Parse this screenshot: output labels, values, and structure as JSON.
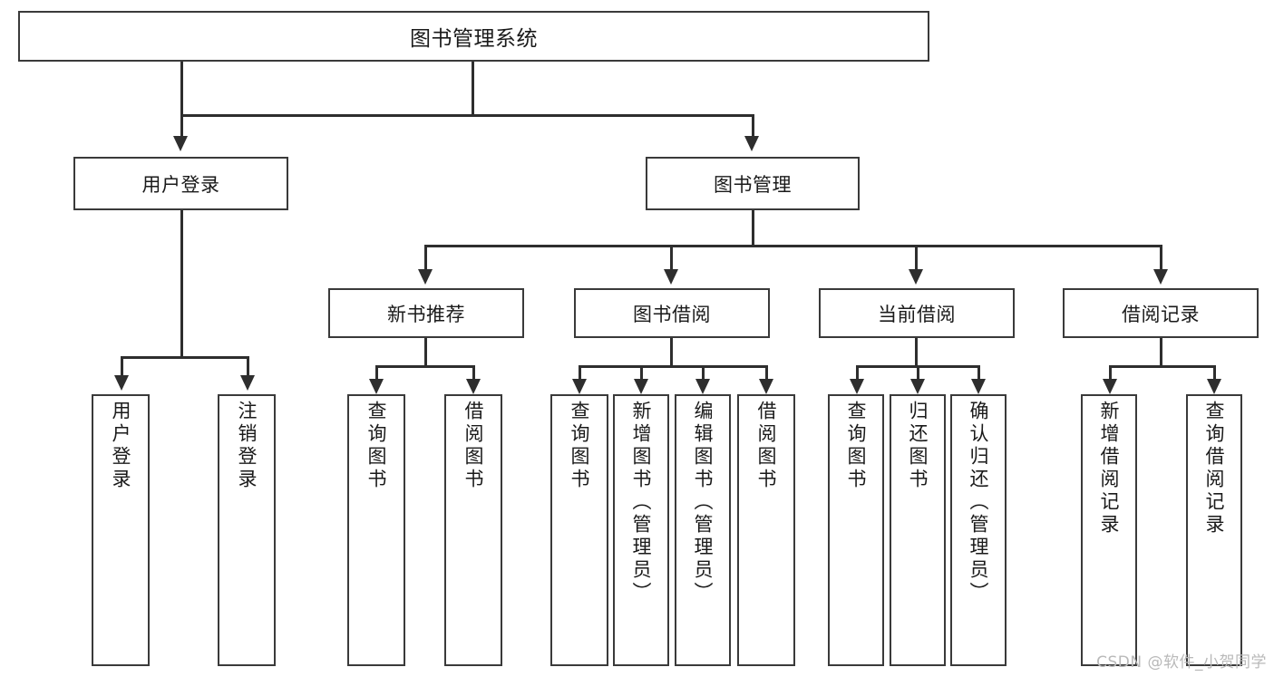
{
  "diagram": {
    "title": "图书管理系统",
    "type": "tree-hierarchy",
    "root": {
      "label": "图书管理系统"
    },
    "level2": [
      {
        "label": "用户登录"
      },
      {
        "label": "图书管理"
      }
    ],
    "level3": [
      {
        "label": "新书推荐"
      },
      {
        "label": "图书借阅"
      },
      {
        "label": "当前借阅"
      },
      {
        "label": "借阅记录"
      }
    ],
    "leaves": {
      "user_login": [
        {
          "label": "用户登录"
        },
        {
          "label": "注销登录"
        }
      ],
      "new_book_recommend": [
        {
          "label": "查询图书"
        },
        {
          "label": "借阅图书"
        }
      ],
      "book_borrow": [
        {
          "label": "查询图书"
        },
        {
          "label": "新增图书（管理员）"
        },
        {
          "label": "编辑图书（管理员）"
        },
        {
          "label": "借阅图书"
        }
      ],
      "current_borrow": [
        {
          "label": "查询图书"
        },
        {
          "label": "归还图书"
        },
        {
          "label": "确认归还（管理员）"
        }
      ],
      "borrow_record": [
        {
          "label": "新增借阅记录"
        },
        {
          "label": "查询借阅记录"
        }
      ]
    }
  },
  "watermark": {
    "text": "CSDN @软件_小贺同学"
  },
  "colors": {
    "background": "#ffffff",
    "box_border": "#3a3a3a",
    "connector": "#2e2e2e",
    "text": "#1a1a1a",
    "watermark": "#b9b9b9"
  }
}
